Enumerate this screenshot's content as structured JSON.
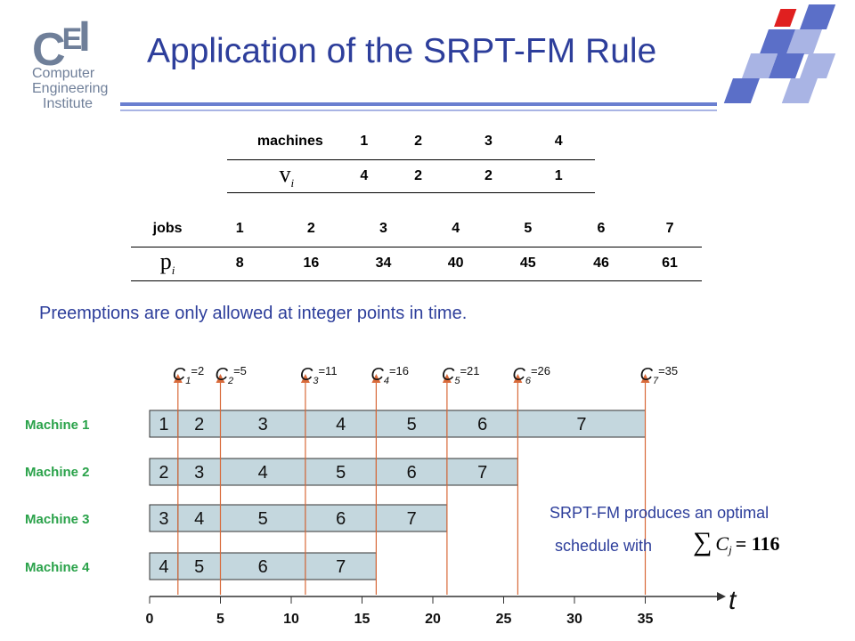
{
  "logo": {
    "letters": "CEI",
    "lines": [
      "Computer",
      "Engineering",
      "Institute"
    ]
  },
  "title": "Application of the SRPT-FM Rule",
  "machines_table": {
    "header_label": "machines",
    "machines": [
      "1",
      "2",
      "3",
      "4"
    ],
    "row_label": "v",
    "row_label_sub": "i",
    "speeds": [
      "4",
      "2",
      "2",
      "1"
    ]
  },
  "jobs_table": {
    "header_label": "jobs",
    "jobs": [
      "1",
      "2",
      "3",
      "4",
      "5",
      "6",
      "7"
    ],
    "row_label": "p",
    "row_label_sub": "i",
    "processing_times": [
      "8",
      "16",
      "34",
      "40",
      "45",
      "46",
      "61"
    ]
  },
  "note": "Preemptions are only allowed at integer points in time.",
  "completion_labels": [
    {
      "sub": "1",
      "value": "2"
    },
    {
      "sub": "2",
      "value": "5"
    },
    {
      "sub": "3",
      "value": "11"
    },
    {
      "sub": "4",
      "value": "16"
    },
    {
      "sub": "5",
      "value": "21"
    },
    {
      "sub": "6",
      "value": "26"
    },
    {
      "sub": "7",
      "value": "35"
    }
  ],
  "schedule": {
    "machines": [
      {
        "label": "Machine 1",
        "end": 35,
        "boundaries": [
          0,
          2,
          5,
          11,
          16,
          21,
          26,
          35
        ],
        "jobs": [
          "1",
          "2",
          "3",
          "4",
          "5",
          "6",
          "7"
        ]
      },
      {
        "label": "Machine 2",
        "end": 26,
        "boundaries": [
          0,
          2,
          5,
          11,
          16,
          21,
          26
        ],
        "jobs": [
          "2",
          "3",
          "4",
          "5",
          "6",
          "7"
        ]
      },
      {
        "label": "Machine 3",
        "end": 21,
        "boundaries": [
          0,
          2,
          5,
          11,
          16,
          21
        ],
        "jobs": [
          "3",
          "4",
          "5",
          "6",
          "7"
        ]
      },
      {
        "label": "Machine 4",
        "end": 16,
        "boundaries": [
          0,
          2,
          5,
          11,
          16
        ],
        "jobs": [
          "4",
          "5",
          "6",
          "7"
        ]
      }
    ],
    "arrow_times": [
      2,
      5,
      11,
      16,
      21,
      26,
      35
    ],
    "axis_ticks": [
      "0",
      "5",
      "10",
      "15",
      "20",
      "25",
      "30",
      "35"
    ],
    "axis_label": "t"
  },
  "result": {
    "line1": "SRPT-FM produces an optimal",
    "line2": "schedule with",
    "formula_var": "C",
    "formula_sub": "j",
    "formula_value": "= 116"
  },
  "colors": {
    "title": "#2d3e9b",
    "bar_fill": "#c4d7de",
    "arrow": "#d86a3a",
    "machine_label": "#2aa24a",
    "accent_blue": "#5b6fc8",
    "accent_red": "#e02020"
  }
}
